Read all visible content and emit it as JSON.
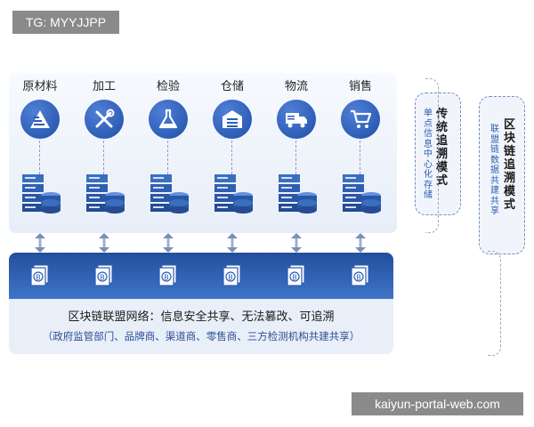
{
  "tag_badge": "TG: MYYJJPP",
  "url_badge": "kaiyun-portal-web.com",
  "stages": [
    {
      "label": "原材料",
      "icon": "raw-material-icon"
    },
    {
      "label": "加工",
      "icon": "tools-icon"
    },
    {
      "label": "检验",
      "icon": "flask-icon"
    },
    {
      "label": "仓储",
      "icon": "warehouse-icon"
    },
    {
      "label": "物流",
      "icon": "truck-icon"
    },
    {
      "label": "销售",
      "icon": "cart-icon"
    }
  ],
  "network": {
    "title": "区块链联盟网络：信息安全共享、无法篡改、可追溯",
    "subtitle": "（政府监管部门、品牌商、渠道商、零售商、三方检测机构共建共享）"
  },
  "traditional": {
    "title": "传统追溯模式",
    "desc": "单点信息中心化存储"
  },
  "blockchain": {
    "title": "区块链追溯模式",
    "desc": "联盟链数据共建共享"
  },
  "colors": {
    "accent": "#2a5db5",
    "band": "#3e74c9",
    "panel": "#e9eff8"
  }
}
